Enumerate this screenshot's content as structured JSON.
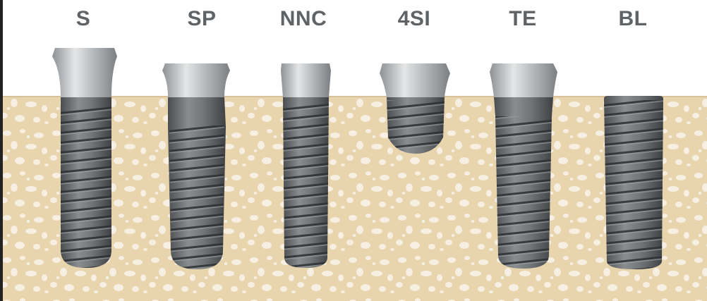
{
  "labels": {
    "s": "S",
    "sp": "SP",
    "nnc": "NNC",
    "4si": "4SI",
    "te": "TE",
    "bl": "BL"
  },
  "colors": {
    "bone": "#e8d4ad",
    "bone_pore": "#f6efe2",
    "metal": "#6f7275",
    "collar": "#b9bcbe",
    "label": "#5f6366"
  }
}
